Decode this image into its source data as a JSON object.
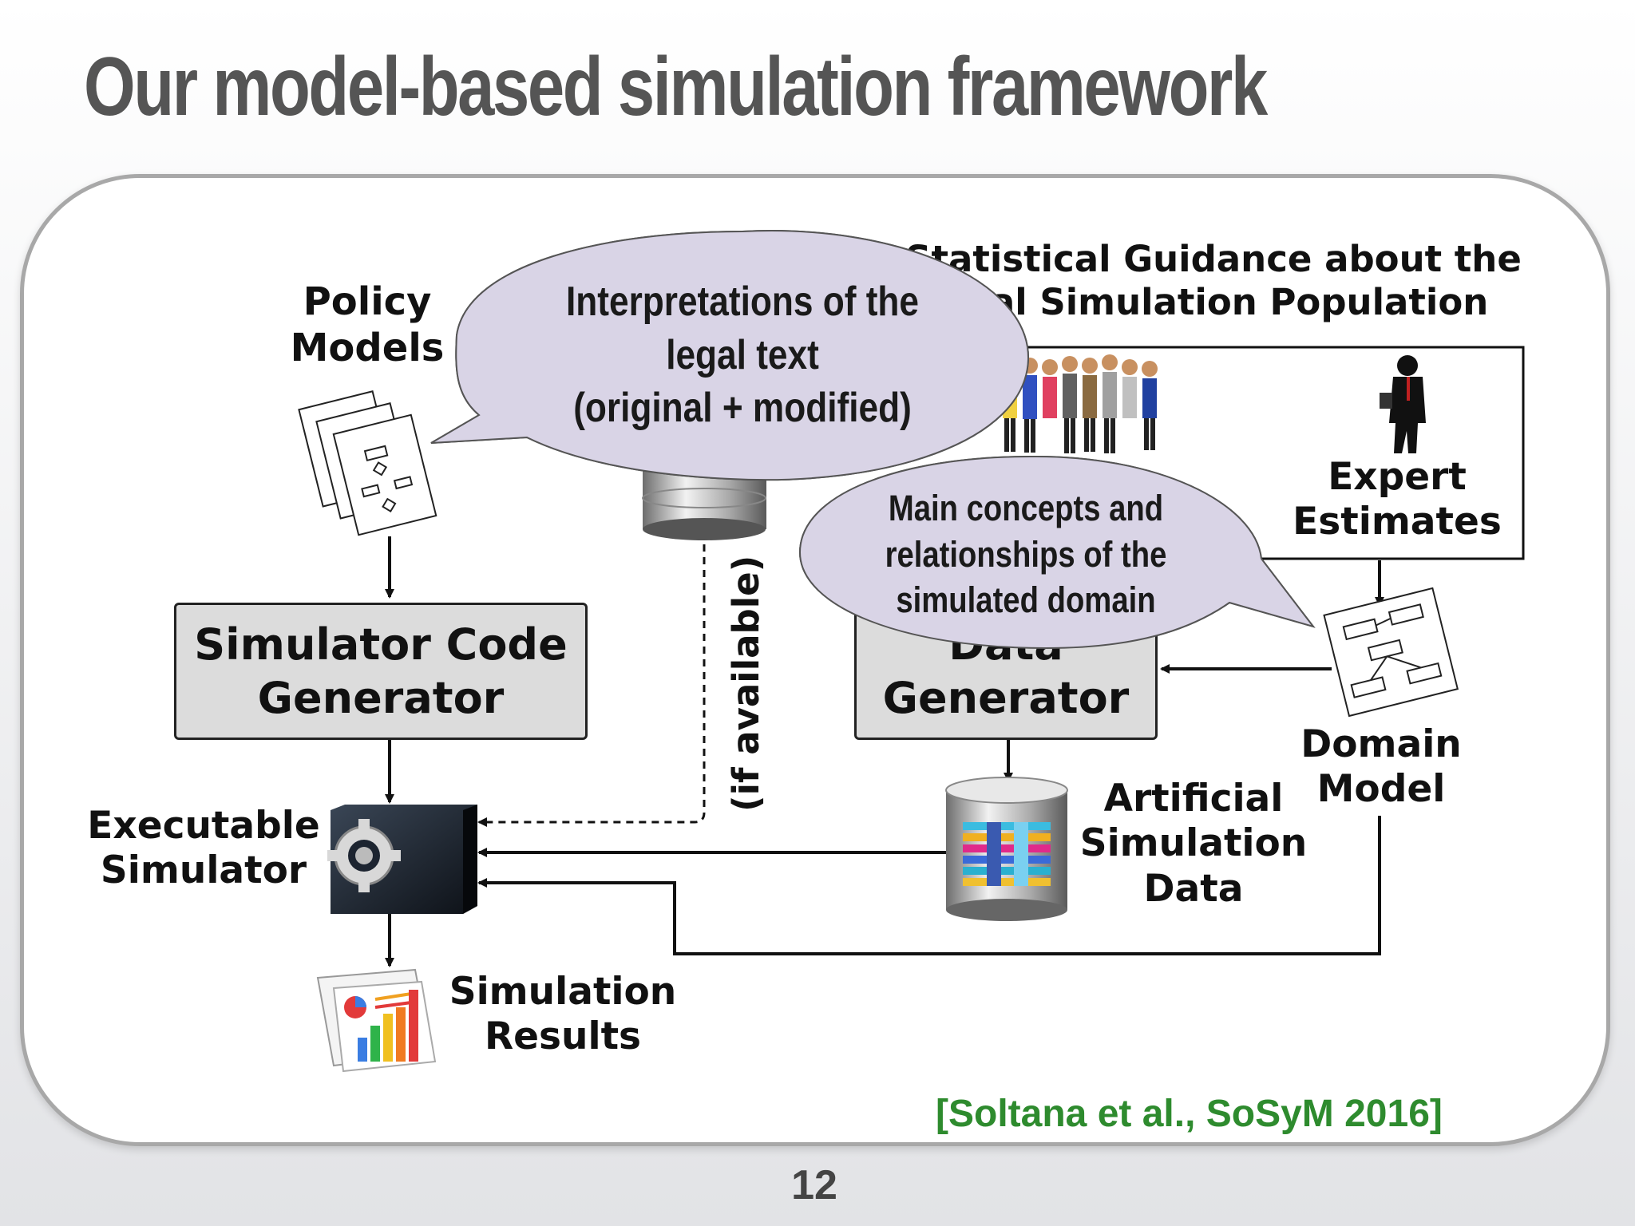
{
  "slide": {
    "title": "Our model-based simulation framework",
    "page_number": "12",
    "citation": "[Soltana et al., SoSyM 2016]"
  },
  "nodes": {
    "policy_models": [
      "Policy",
      "Models"
    ],
    "simulator_code_generator": [
      "Simulator Code",
      "Generator"
    ],
    "executable_simulator": [
      "Executable",
      "Simulator"
    ],
    "simulation_results": [
      "Simulation",
      "Results"
    ],
    "data_generator": [
      "Data",
      "Generator"
    ],
    "artificial_simulation_data": [
      "Artificial",
      "Simulation",
      "Data"
    ],
    "domain_model": [
      "Domain",
      "Model"
    ],
    "expert_estimates": [
      "Expert",
      "Estimates"
    ],
    "statistical_guidance": [
      "Statistical Guidance about the",
      "Real Simulation Population"
    ],
    "if_available": "(if available)"
  },
  "callouts": {
    "legal_text": [
      "Interpretations of the",
      "legal text",
      "(original + modified)"
    ],
    "domain_concepts": [
      "Main concepts and",
      "relationships of the",
      "simulated domain"
    ]
  },
  "colors": {
    "title": "#555555",
    "citation": "#2e8b2e",
    "box_fill": "#dcdcdc",
    "bubble_fill": "#d9d4e6",
    "simulator_block": "#1c2430"
  },
  "icons": [
    "flowchart-stack-icon",
    "database-icon",
    "colorful-database-icon",
    "simulator-gear-icon",
    "report-chart-icon",
    "people-crowd-icon",
    "businessman-icon",
    "domain-model-diagram-icon"
  ]
}
